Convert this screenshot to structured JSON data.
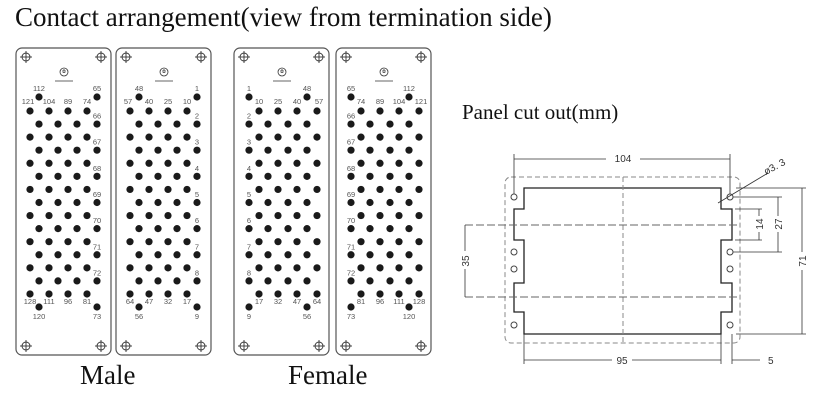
{
  "title": "Contact arrangement(view from termination side)",
  "male_label": "Male",
  "female_label": "Female",
  "cutout_title": "Panel cut out(mm)",
  "panels": [
    {
      "name": "male-left",
      "mirror": false,
      "top_left": "112",
      "top_right": "65",
      "row1": [
        "121",
        "104",
        "89",
        "74"
      ],
      "side": [
        "66",
        "67",
        "68",
        "69",
        "70",
        "71",
        "72"
      ],
      "bottom_row": [
        "128",
        "111",
        "96",
        "81"
      ],
      "bottom_left": "120",
      "bottom_right": "73"
    },
    {
      "name": "male-right",
      "mirror": false,
      "top_left": "48",
      "top_right": "1",
      "row1": [
        "57",
        "40",
        "25",
        "10"
      ],
      "side": [
        "2",
        "3",
        "4",
        "5",
        "6",
        "7",
        "8"
      ],
      "bottom_row": [
        "64",
        "47",
        "32",
        "17"
      ],
      "bottom_left": "56",
      "bottom_right": "9"
    },
    {
      "name": "female-left",
      "mirror": true,
      "top_left": "1",
      "top_right": "48",
      "row1": [
        "10",
        "25",
        "40",
        "57"
      ],
      "side": [
        "2",
        "3",
        "4",
        "5",
        "6",
        "7",
        "8"
      ],
      "bottom_row": [
        "17",
        "32",
        "47",
        "64"
      ],
      "bottom_left": "9",
      "bottom_right": "56"
    },
    {
      "name": "female-right",
      "mirror": true,
      "top_left": "65",
      "top_right": "112",
      "row1": [
        "74",
        "89",
        "104",
        "121"
      ],
      "side": [
        "66",
        "67",
        "68",
        "69",
        "70",
        "71",
        "72"
      ],
      "bottom_row": [
        "81",
        "96",
        "111",
        "128"
      ],
      "bottom_left": "73",
      "bottom_right": "120"
    }
  ],
  "dimensions": {
    "width_top": "104",
    "width_bottom": "95",
    "height": "71",
    "inner": "35",
    "hole_pitch": "27",
    "notch": "14",
    "hole_dia": "ø3. 3",
    "edge": "5"
  }
}
